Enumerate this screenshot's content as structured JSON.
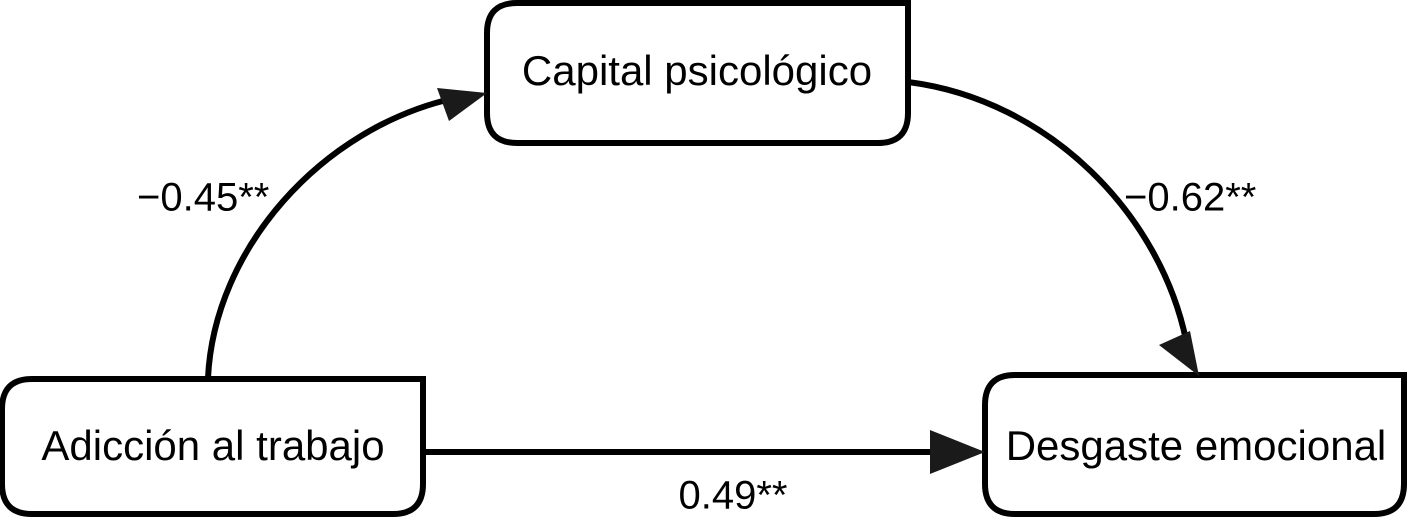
{
  "diagram": {
    "type": "path-mediation-model",
    "language": "es",
    "background_color": "#ffffff",
    "line_color": "#000000",
    "box_fill": "#ffffff",
    "nodes": [
      {
        "id": "mediator",
        "label": "Capital psicológico",
        "role": "mediator",
        "position": "top-center"
      },
      {
        "id": "predictor",
        "label": "Adicción al trabajo",
        "role": "independent-variable",
        "position": "bottom-left"
      },
      {
        "id": "outcome",
        "label": "Desgaste emocional",
        "role": "dependent-variable",
        "position": "bottom-right"
      }
    ],
    "paths": [
      {
        "id": "a-path",
        "from": "predictor",
        "to": "mediator",
        "coefficient": "−0.45",
        "significance": "**",
        "label": "−0.45**",
        "label_position": "upper-left"
      },
      {
        "id": "b-path",
        "from": "mediator",
        "to": "outcome",
        "coefficient": "−0.62",
        "significance": "**",
        "label": "−0.62**",
        "label_position": "upper-right"
      },
      {
        "id": "c-path",
        "from": "predictor",
        "to": "outcome",
        "coefficient": "0.49",
        "significance": "**",
        "label": "0.49**",
        "label_position": "bottom-center"
      }
    ]
  },
  "chart_data": {
    "type": "diagram",
    "title": "",
    "nodes": [
      "Capital psicológico",
      "Adicción al trabajo",
      "Desgaste emocional"
    ],
    "edges": [
      {
        "source": "Adicción al trabajo",
        "target": "Capital psicológico",
        "value": -0.45,
        "label": "−0.45**"
      },
      {
        "source": "Capital psicológico",
        "target": "Desgaste emocional",
        "value": -0.62,
        "label": "−0.62**"
      },
      {
        "source": "Adicción al trabajo",
        "target": "Desgaste emocional",
        "value": 0.49,
        "label": "0.49**"
      }
    ]
  }
}
